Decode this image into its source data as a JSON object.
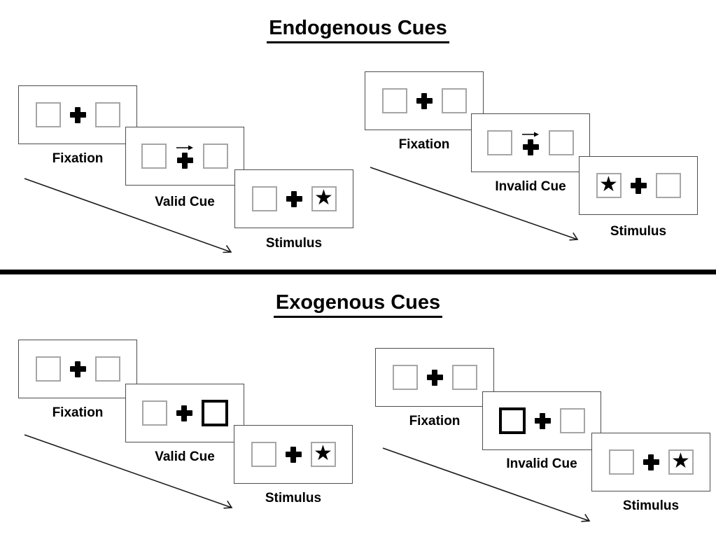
{
  "colors": {
    "background": "#ffffff",
    "panel_border": "#4d4d4d",
    "placeholder_box_border": "#a6a6a6",
    "cue_box_border": "#000000",
    "divider": "#000000",
    "text": "#000000"
  },
  "icons": {
    "star": "★",
    "fixation_cross": "plus-cross",
    "cue_arrow": "right-arrow",
    "timeline_arrow": "diagonal-down-right-arrow"
  },
  "sections": {
    "endogenous": {
      "title": "Endogenous Cues",
      "valid": {
        "fixation_label": "Fixation",
        "cue_label": "Valid Cue",
        "stimulus_label": "Stimulus"
      },
      "invalid": {
        "fixation_label": "Fixation",
        "cue_label": "Invalid Cue",
        "stimulus_label": "Stimulus"
      }
    },
    "exogenous": {
      "title": "Exogenous Cues",
      "valid": {
        "fixation_label": "Fixation",
        "cue_label": "Valid Cue",
        "stimulus_label": "Stimulus"
      },
      "invalid": {
        "fixation_label": "Fixation",
        "cue_label": "Invalid Cue",
        "stimulus_label": "Stimulus"
      }
    }
  }
}
